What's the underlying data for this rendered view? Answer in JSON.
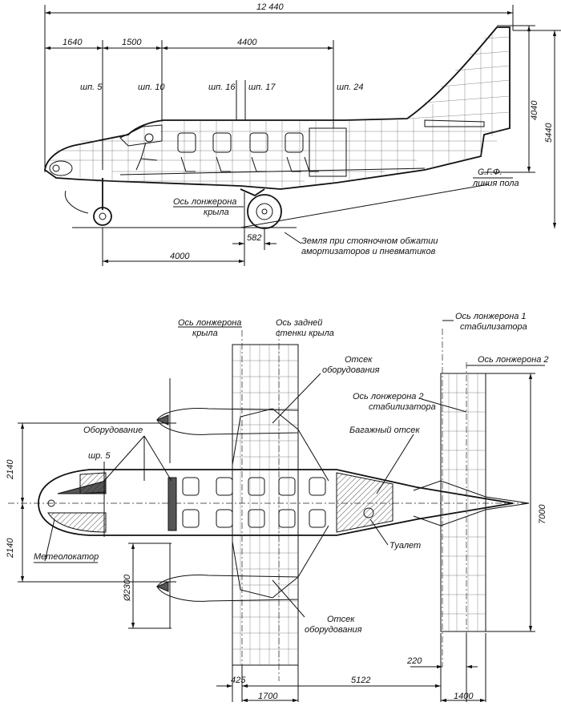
{
  "side_view": {
    "dims": {
      "total_length": "12 440",
      "nose_to_frame5": "1640",
      "frame5_to_frame10": "1500",
      "frame10_to_frame24": "4400",
      "tail_height": "4040",
      "overall_height": "5440",
      "gear_base": "4000",
      "gear_offset": "582"
    },
    "frames": [
      "шп. 5",
      "шп. 10",
      "шп. 16",
      "шп. 17",
      "шп. 24"
    ],
    "labels": {
      "wing_spar_axis_1": "Ось лонжерона",
      "wing_spar_axis_2": "крыла",
      "cgf": "С.Г.Ф.",
      "floor_line": "линия пола",
      "ground_1": "Земля при стояночном обжатии",
      "ground_2": "амортизаторов и пневматиков"
    }
  },
  "top_view": {
    "labels": {
      "wing_spar_1": "Ось лонжерона",
      "wing_spar_2": "крыла",
      "rear_wall_1": "Ось задней",
      "rear_wall_2": "стенки крыла",
      "equip_bay_1": "Отсек",
      "equip_bay_2": "оборудования",
      "stab_spar1_1": "Ось лонжерона 1",
      "stab_spar1_2": "стабилизатора",
      "stab_spar2": "Ось лонжерона 2",
      "stab_spar2b_1": "Ось лонжерона 2",
      "stab_spar2b_2": "стабилизатора",
      "baggage": "Багажный отсек",
      "equipment": "Оборудование",
      "frame5": "шр. 5",
      "weather_radar": "Метеолокатор",
      "toilet": "Туалет",
      "equip_bay_b1": "Отсек",
      "equip_bay_b2": "оборудования"
    },
    "dims": {
      "half_span_upper": "2140",
      "half_span_lower": "2140",
      "prop_diameter": "Ø2300",
      "stab_span": "7000",
      "stab_offset": "220",
      "d425": "425",
      "d1700": "1700",
      "d5122": "5122",
      "d1400": "1400"
    }
  }
}
